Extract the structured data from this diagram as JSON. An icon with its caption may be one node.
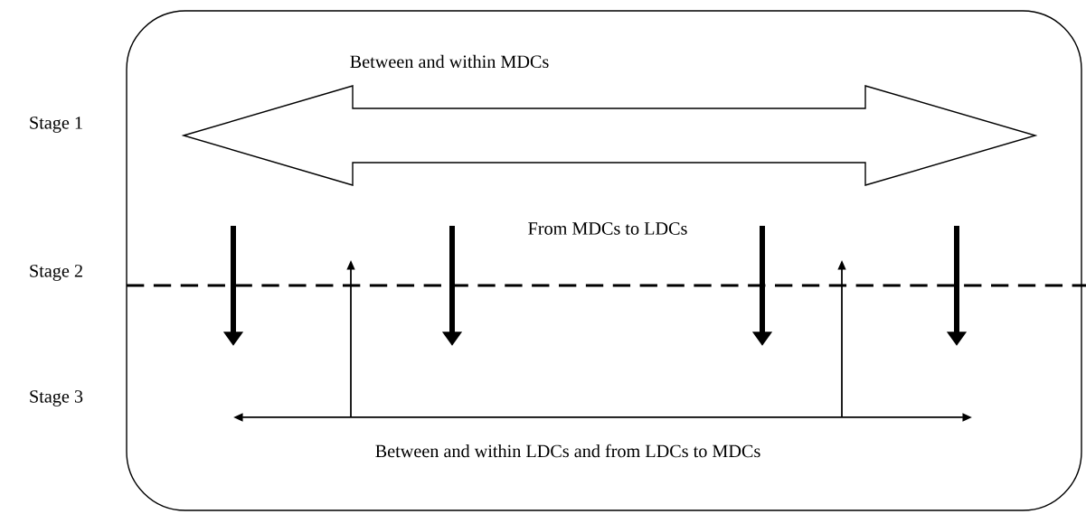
{
  "diagram": {
    "labels": [
      "Between and within MDCs",
      "Stage 1",
      "From MDCs to LDCs",
      "Stage 2",
      "Stage 3",
      "Between and within LDCs and from LDCs to MDCs"
    ]
  }
}
